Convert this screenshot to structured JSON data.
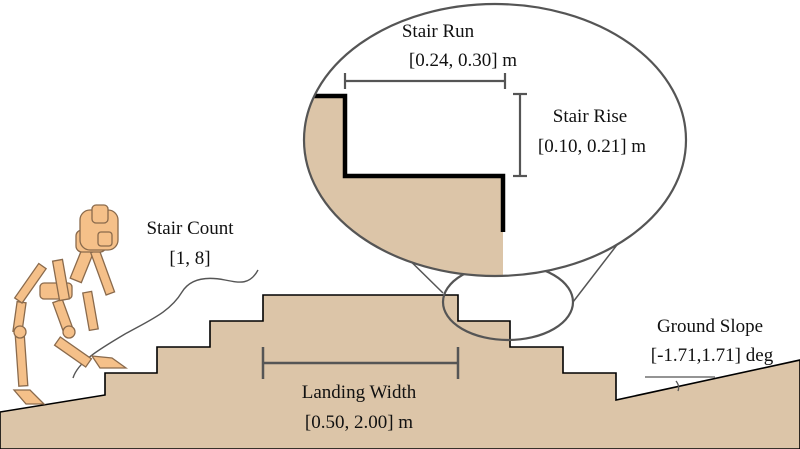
{
  "stair_run": {
    "title": "Stair Run",
    "range": "[0.24, 0.30] m"
  },
  "stair_rise": {
    "title": "Stair Rise",
    "range": "[0.10, 0.21] m"
  },
  "stair_count": {
    "title": "Stair Count",
    "range": "[1, 8]"
  },
  "landing_width": {
    "title": "Landing Width",
    "range": "[0.50, 2.00] m"
  },
  "ground_slope": {
    "title": "Ground Slope",
    "range": "[-1.71,1.71] deg"
  },
  "colors": {
    "terrain": "#dcc5a8",
    "robot_fill": "#f5c089",
    "robot_stroke": "#8a6a4c",
    "lines": "#555555",
    "stair_edge": "#000000"
  }
}
